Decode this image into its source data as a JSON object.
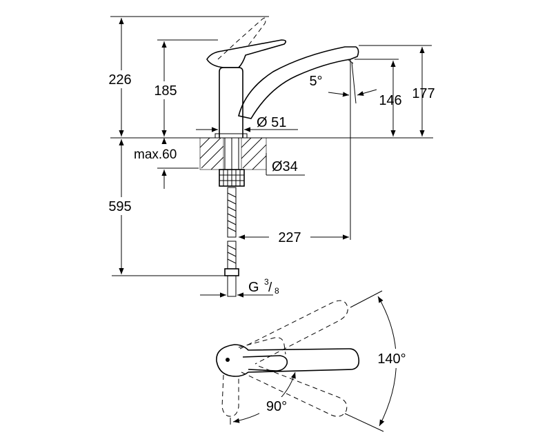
{
  "dimensions": {
    "total_height": "226",
    "body_height": "185",
    "spout_angle": "5°",
    "spout_outlet_height": "146",
    "spout_top_height": "177",
    "base_diameter": "Ø 51",
    "max_thickness": "max.60",
    "hole_diameter": "Ø34",
    "hose_length": "595",
    "spout_reach": "227",
    "thread": "G",
    "thread_num": "3",
    "thread_den": "8",
    "swivel_angle": "140°",
    "lever_angle": "90°"
  }
}
